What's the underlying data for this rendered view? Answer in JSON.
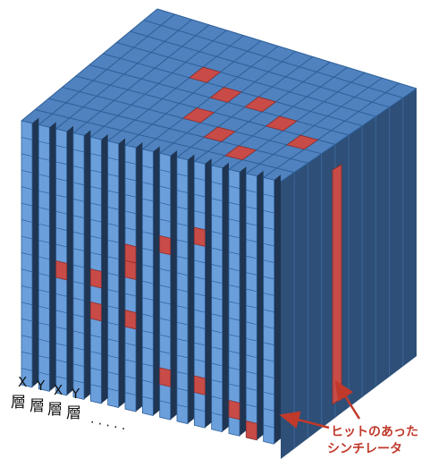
{
  "labels": {
    "x": "X",
    "y": "Y",
    "layer": "層",
    "ellipsis": "· · · · ·"
  },
  "annotation": {
    "line1": "ヒットのあった",
    "line2": "シンチレータ"
  },
  "colors": {
    "front": "#6a9fdc",
    "top": "#4f82bf",
    "side": "#2d4f78",
    "dark": "#1f3552",
    "grid": "#2e5f98",
    "hit": "#c84b47",
    "hit_dark": "#8e2f2d",
    "annotation": "#c0392b"
  }
}
